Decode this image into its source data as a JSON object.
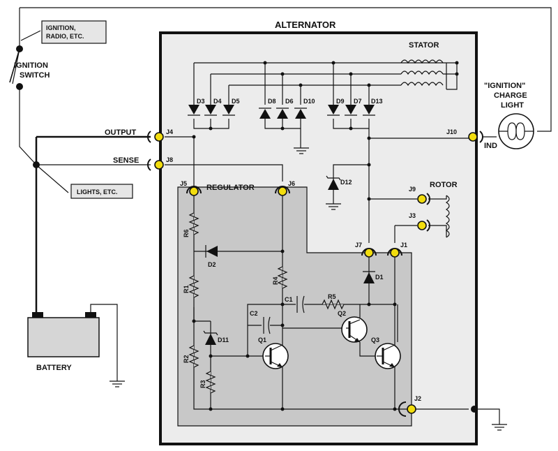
{
  "title": "ALTERNATOR",
  "labels": {
    "ignition_switch_1": "IGNITION",
    "ignition_switch_2": "SWITCH",
    "ignition_radio_1": "IGNITION,",
    "ignition_radio_2": "RADIO, ETC.",
    "lights": "LIGHTS, ETC.",
    "output": "OUTPUT",
    "sense": "SENSE",
    "regulator": "REGULATOR",
    "stator": "STATOR",
    "rotor": "ROTOR",
    "battery": "BATTERY",
    "ind": "IND",
    "charge_light_1": "\"IGNITION\"",
    "charge_light_2": "CHARGE",
    "charge_light_3": "LIGHT"
  },
  "terminals": {
    "j1": "J1",
    "j2": "J2",
    "j3": "J3",
    "j4": "J4",
    "j5": "J5",
    "j6": "J6",
    "j7": "J7",
    "j8": "J8",
    "j9": "J9",
    "j10": "J10"
  },
  "components": {
    "d1": "D1",
    "d2": "D2",
    "d3": "D3",
    "d4": "D4",
    "d5": "D5",
    "d6": "D6",
    "d7": "D7",
    "d8": "D8",
    "d9": "D9",
    "d10": "D10",
    "d11": "D11",
    "d12": "D12",
    "d13": "D13",
    "r1": "R1",
    "r2": "R2",
    "r3": "R3",
    "r4": "R4",
    "r5": "R5",
    "r6": "R6",
    "c1": "C1",
    "c2": "C2",
    "q1": "Q1",
    "q2": "Q2",
    "q3": "Q3"
  },
  "colors": {
    "terminal": "#f2dd0e",
    "alternator_fill": "#ececec",
    "regulator_fill": "#c8c8c8",
    "battery_fill": "#d6d6d6"
  }
}
